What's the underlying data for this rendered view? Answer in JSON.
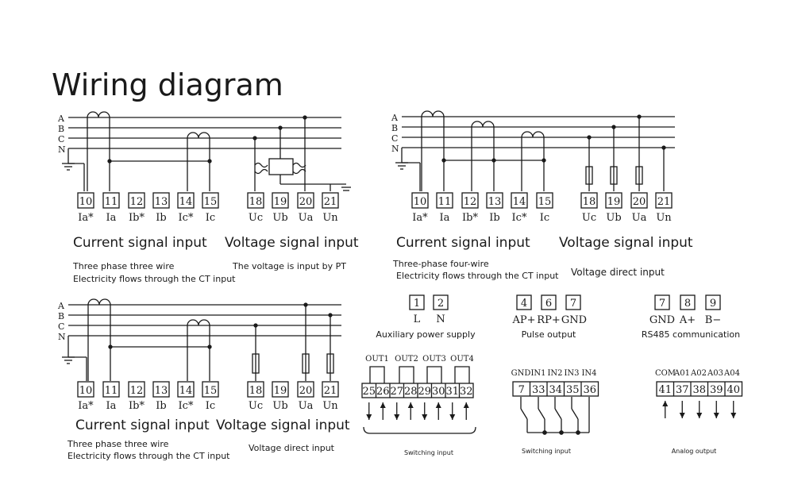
{
  "title": "Wiring diagram",
  "phases": [
    "A",
    "B",
    "C",
    "N"
  ],
  "panels": [
    {
      "terminals": [
        {
          "n": "10",
          "l": "Ia*"
        },
        {
          "n": "11",
          "l": "Ia"
        },
        {
          "n": "12",
          "l": "Ib*"
        },
        {
          "n": "13",
          "l": "Ib"
        },
        {
          "n": "14",
          "l": "Ic*"
        },
        {
          "n": "15",
          "l": "Ic"
        },
        {
          "n": "18",
          "l": "Uc"
        },
        {
          "n": "19",
          "l": "Ub"
        },
        {
          "n": "20",
          "l": "Ua"
        },
        {
          "n": "21",
          "l": "Un"
        }
      ],
      "current_title": "Current signal input",
      "voltage_title": "Voltage signal input",
      "note1": "Three phase three wire",
      "note2": "Electricity flows through the CT input",
      "voltage_note": "The voltage is input by PT"
    },
    {
      "terminals": [
        {
          "n": "10",
          "l": "Ia*"
        },
        {
          "n": "11",
          "l": "Ia"
        },
        {
          "n": "12",
          "l": "Ib*"
        },
        {
          "n": "13",
          "l": "Ib"
        },
        {
          "n": "14",
          "l": "Ic*"
        },
        {
          "n": "15",
          "l": "Ic"
        },
        {
          "n": "18",
          "l": "Uc"
        },
        {
          "n": "19",
          "l": "Ub"
        },
        {
          "n": "20",
          "l": "Ua"
        },
        {
          "n": "21",
          "l": "Un"
        }
      ],
      "current_title": "Current signal input",
      "voltage_title": "Voltage signal input",
      "note1": "Three-phase four-wire",
      "note2": "Electricity flows through the CT input",
      "voltage_note": "Voltage direct input"
    },
    {
      "terminals": [
        {
          "n": "10",
          "l": "Ia*"
        },
        {
          "n": "11",
          "l": "Ia"
        },
        {
          "n": "12",
          "l": "Ib*"
        },
        {
          "n": "13",
          "l": "Ib"
        },
        {
          "n": "14",
          "l": "Ic*"
        },
        {
          "n": "15",
          "l": "Ic"
        },
        {
          "n": "18",
          "l": "Uc"
        },
        {
          "n": "19",
          "l": "Ub"
        },
        {
          "n": "20",
          "l": "Ua"
        },
        {
          "n": "21",
          "l": "Un"
        }
      ],
      "current_title": "Current signal input",
      "voltage_title": "Voltage signal input",
      "note1": "Three phase three wire",
      "note2": "Electricity flows through the CT input",
      "voltage_note": "Voltage direct input"
    }
  ],
  "aux_power": {
    "terminals": [
      "1",
      "2"
    ],
    "labels": [
      "L",
      "N"
    ],
    "caption": "Auxiliary power supply"
  },
  "pulse": {
    "terminals": [
      "4",
      "6",
      "7"
    ],
    "labels": [
      "AP+",
      "RP+",
      "GND"
    ],
    "caption": "Pulse output"
  },
  "rs485": {
    "terminals": [
      "7",
      "8",
      "9"
    ],
    "labels": [
      "GND",
      "A+",
      "B−"
    ],
    "caption": "RS485 communication"
  },
  "switch_out": {
    "groups": [
      "OUT1",
      "OUT2",
      "OUT3",
      "OUT4"
    ],
    "terminals": [
      "25",
      "26",
      "27",
      "28",
      "29",
      "30",
      "31",
      "32"
    ],
    "caption": "Switching input"
  },
  "switch_in": {
    "labels": [
      "GND",
      "IN1",
      "IN2",
      "IN3",
      "IN4"
    ],
    "terminals": [
      "7",
      "33",
      "34",
      "35",
      "36"
    ],
    "caption": "Switching input"
  },
  "analog": {
    "labels": [
      "COM",
      "A01",
      "A02",
      "A03",
      "A04"
    ],
    "terminals": [
      "41",
      "37",
      "38",
      "39",
      "40"
    ],
    "caption": "Analog output"
  }
}
